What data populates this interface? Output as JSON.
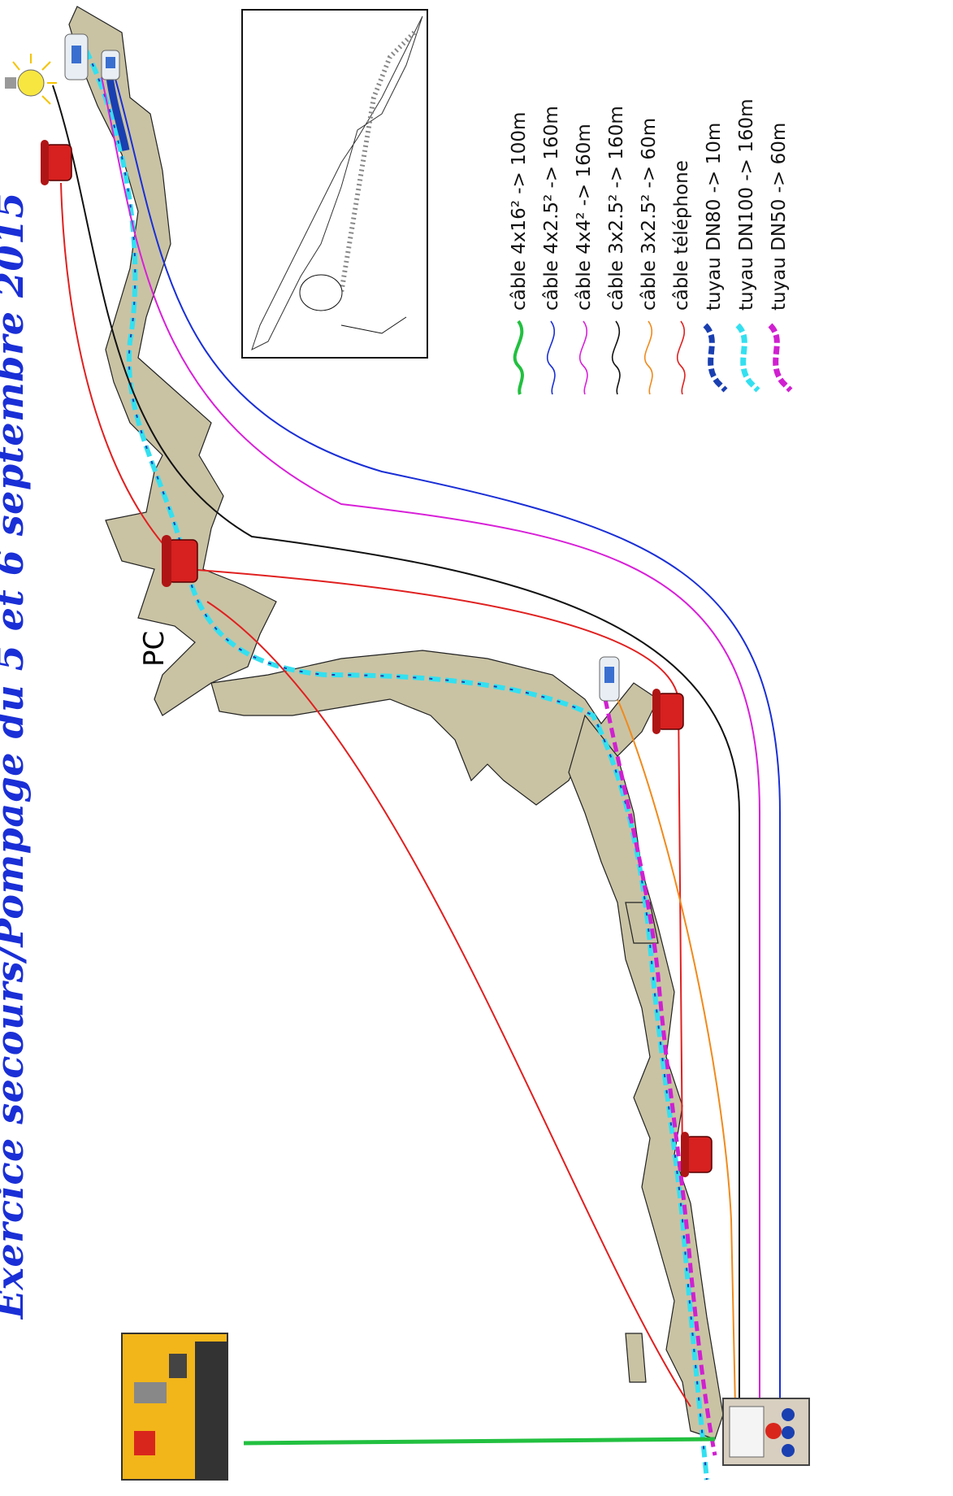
{
  "title": "Exercice secours/Pompage du 5 et 6 septembre 2015",
  "pc_label": "PC",
  "legend": [
    {
      "label": "câble 4x16² -> 100m",
      "color": "#22c040",
      "kind": "cable"
    },
    {
      "label": "câble 4x2.5² -> 160m",
      "color": "#1a2fd6",
      "kind": "cable"
    },
    {
      "label": "câble 4x4² -> 160m",
      "color": "#d820d8",
      "kind": "cable"
    },
    {
      "label": "câble 3x2.5² -> 160m",
      "color": "#111111",
      "kind": "cable"
    },
    {
      "label": "câble 3x2.5² -> 60m",
      "color": "#f08a1c",
      "kind": "cable"
    },
    {
      "label": "câble téléphone",
      "color": "#e02020",
      "kind": "cable"
    },
    {
      "label": "tuyau DN80 -> 10m",
      "color": "#1a3fb0",
      "kind": "pipe"
    },
    {
      "label": "tuyau DN100 -> 160m",
      "color": "#33e0f0",
      "kind": "pipe"
    },
    {
      "label": "tuyau DN50 -> 60m",
      "color": "#d020d0",
      "kind": "pipe"
    }
  ],
  "colors": {
    "title": "#1a2fd6",
    "cave_fill": "#c9c3a4",
    "cave_stroke": "#222222",
    "generator": "#f2b51a",
    "phone": "#d72020"
  },
  "icons": [
    "lightbulb-icon",
    "phone-icon",
    "pump-icon",
    "generator-icon",
    "electrical-box-icon",
    "cartoon-inset"
  ]
}
